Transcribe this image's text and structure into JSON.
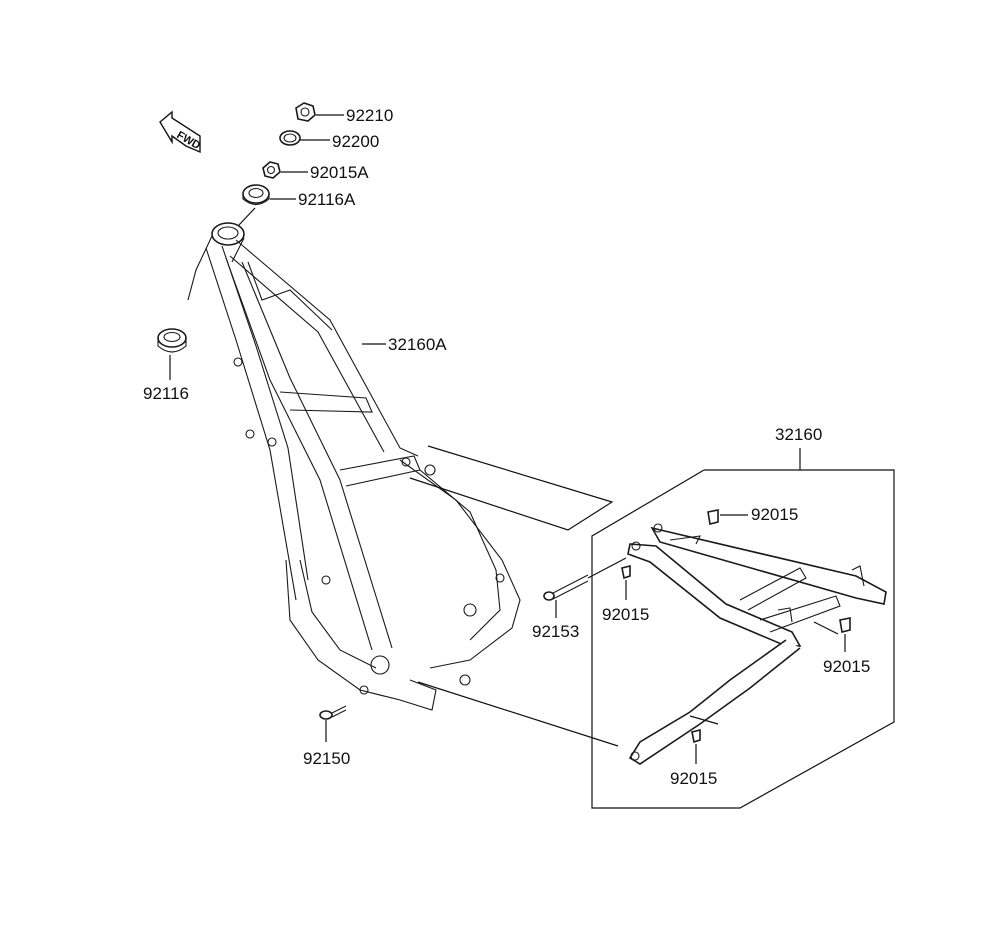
{
  "fwd_label": "FWD",
  "labels": {
    "p92210": "92210",
    "p92200": "92200",
    "p92015A": "92015A",
    "p92116A": "92116A",
    "p32160A": "32160A",
    "p92116": "92116",
    "p32160": "32160",
    "p92015_a": "92015",
    "p92015_b": "92015",
    "p92015_c": "92015",
    "p92015_d": "92015",
    "p92153": "92153",
    "p92150": "92150"
  }
}
